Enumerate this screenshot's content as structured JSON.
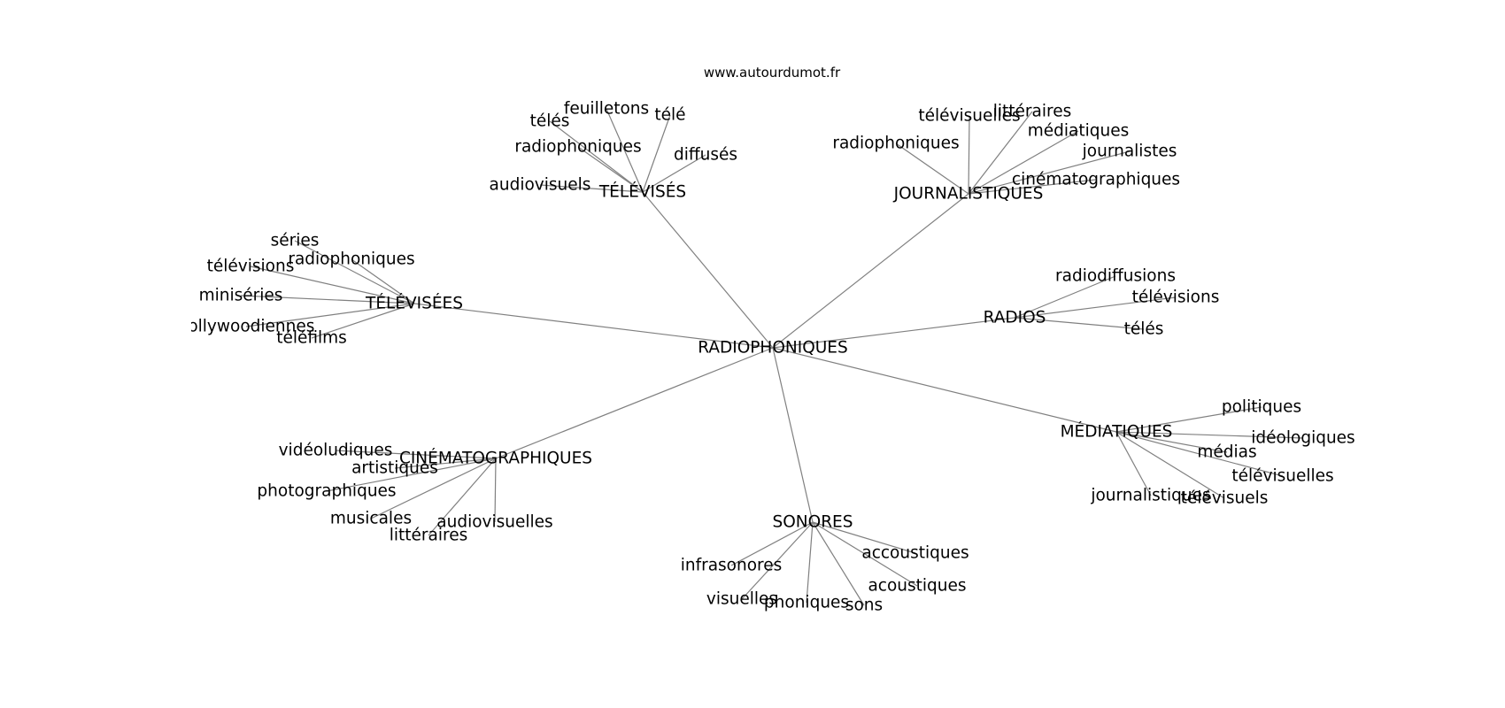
{
  "source": "www.autourdumot.fr",
  "diagram": {
    "type": "word-association-graph",
    "root": "RADIOPHONIQUES",
    "groups": [
      {
        "label": "TÉLÉVISÉS",
        "children": [
          "feuilletons",
          "télés",
          "télé",
          "radiophoniques",
          "diffusés",
          "audiovisuels"
        ]
      },
      {
        "label": "JOURNALISTIQUES",
        "children": [
          "littéraires",
          "télévisuelles",
          "médiatiques",
          "radiophoniques",
          "journalistes",
          "cinématographiques"
        ]
      },
      {
        "label": "TÉLÉVISÉES",
        "children": [
          "séries",
          "radiophoniques",
          "télévisions",
          "miniséries",
          "hollywoodiennes",
          "téléfilms"
        ]
      },
      {
        "label": "RADIOS",
        "children": [
          "radiodiffusions",
          "télévisions",
          "télés"
        ]
      },
      {
        "label": "MÉDIATIQUES",
        "children": [
          "politiques",
          "idéologiques",
          "médias",
          "télévisuelles",
          "journalistiques",
          "télévisuels"
        ]
      },
      {
        "label": "CINÉMATOGRAPHIQUES",
        "children": [
          "vidéoludiques",
          "artistiques",
          "photographiques",
          "musicales",
          "littéraires",
          "audiovisuelles"
        ]
      },
      {
        "label": "SONORES",
        "children": [
          "accoustiques",
          "infrasonores",
          "acoustiques",
          "visuelles",
          "phoniques",
          "sons"
        ]
      }
    ]
  },
  "colors": {
    "edge": "#808080",
    "text": "#000000",
    "background": "#ffffff"
  }
}
